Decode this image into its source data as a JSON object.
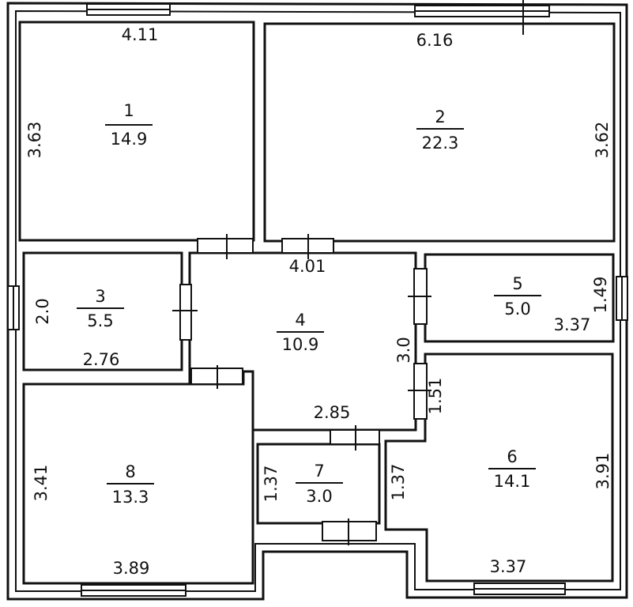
{
  "rooms": [
    {
      "id": "1",
      "number": "1",
      "area": "14.9"
    },
    {
      "id": "2",
      "number": "2",
      "area": "22.3"
    },
    {
      "id": "3",
      "number": "3",
      "area": "5.5"
    },
    {
      "id": "4",
      "number": "4",
      "area": "10.9"
    },
    {
      "id": "5",
      "number": "5",
      "area": "5.0"
    },
    {
      "id": "6",
      "number": "6",
      "area": "14.1"
    },
    {
      "id": "7",
      "number": "7",
      "area": "3.0"
    },
    {
      "id": "8",
      "number": "8",
      "area": "13.3"
    }
  ],
  "dimensions": {
    "room1_width": "4.11",
    "room1_height": "3.63",
    "room2_width": "6.16",
    "room2_height": "3.62",
    "room3_width": "2.76",
    "room3_height": "2.0",
    "room4_width": "4.01",
    "room4_bottom": "2.85",
    "room4_height": "3.0",
    "room5_width": "3.37",
    "room5_height": "1.49",
    "room6_top_side": "1.51",
    "room6_height": "3.91",
    "room6_left_side": "1.37",
    "room6_width": "3.37",
    "room7_height": "1.37",
    "room8_height": "3.41",
    "room8_width": "3.89"
  }
}
